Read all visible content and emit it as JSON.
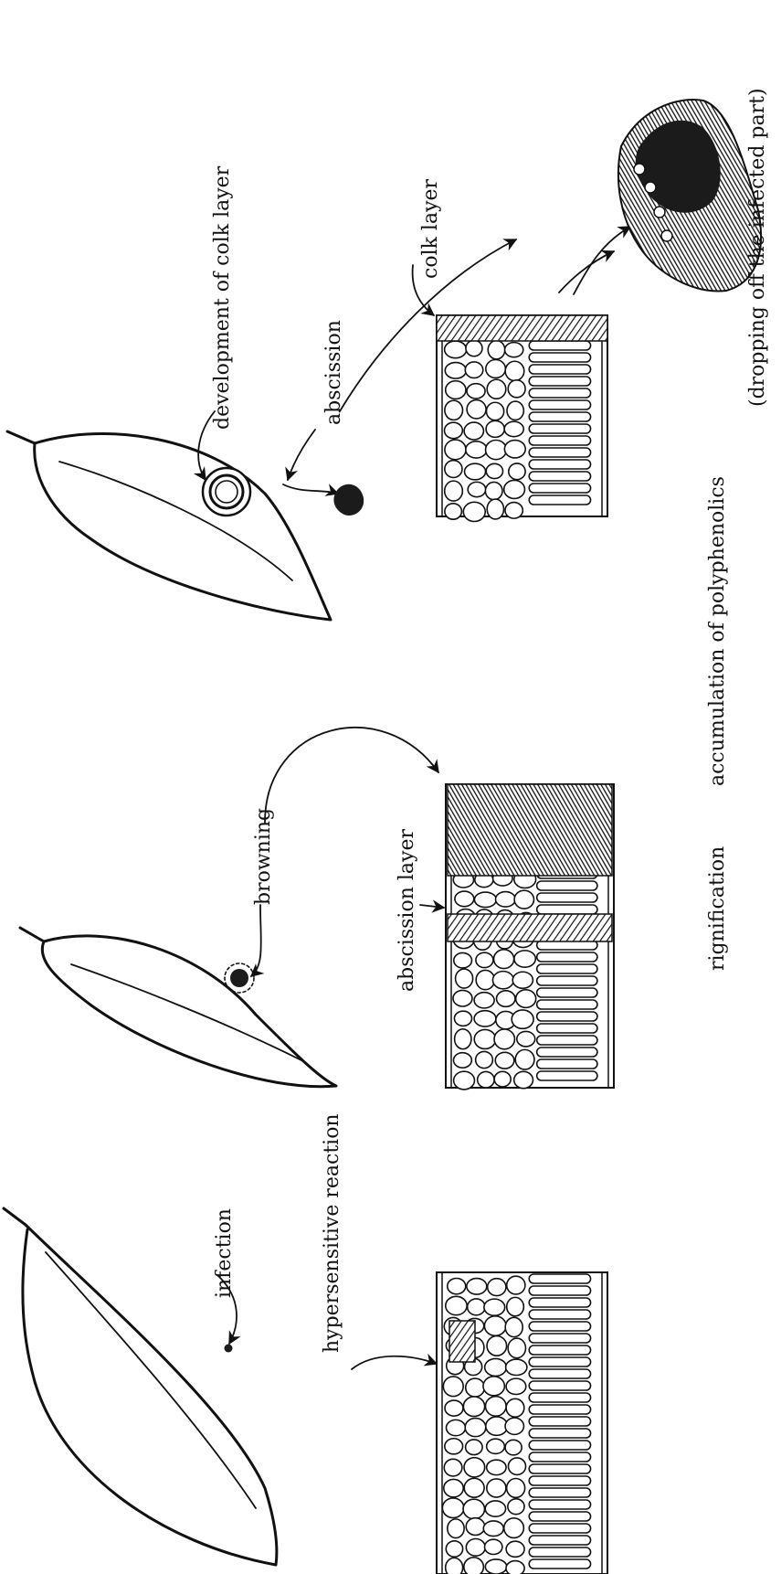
{
  "labels": {
    "infection": "infection",
    "hypersensitive_reaction": "hypersensitive reaction",
    "browning": "browning",
    "abscission_layer": "abscission layer",
    "development_of_colk_layer": "development of colk layer",
    "abscission": "abscission",
    "colk_layer": "colk layer",
    "dropping_off": "(dropping off the infected part)",
    "rignification": "rignification",
    "accumulation_of_polyphenolics": "accumulation of polyphenolics"
  },
  "colors": {
    "ink": "#111111",
    "background": "#ffffff"
  },
  "icons": {
    "leaf": "leaf-outline-icon",
    "tissue": "leaf-cross-section-icon",
    "arrow": "curved-arrow-icon"
  }
}
